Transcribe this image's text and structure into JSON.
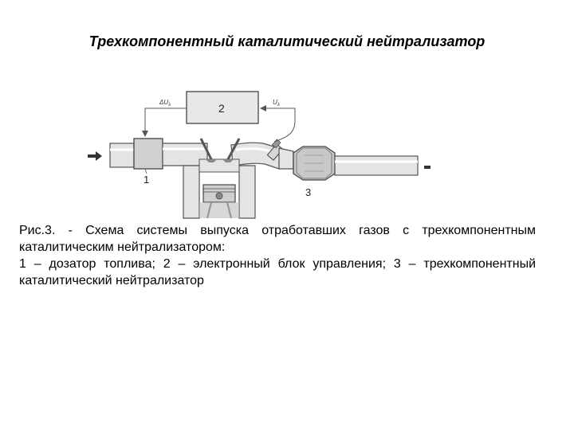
{
  "page": {
    "title": "Трехкомпонентный каталитический нейтрализатор"
  },
  "diagram": {
    "signal_left": "ΔU",
    "signal_left_sub": "λ",
    "signal_right": "U",
    "signal_right_sub": "λ",
    "labels": {
      "doser": "1",
      "control_unit": "2",
      "converter": "3"
    },
    "colors": {
      "pipe_fill": "#e4e4e4",
      "pipe_stroke": "#555555",
      "converter_fill": "#c8c8c8"
    }
  },
  "caption": {
    "line1": "Рис.3. - Схема системы выпуска отработавших газов с трехкомпонентным каталитическим нейтрализатором:",
    "line2": "1 – дозатор топлива; 2 – электронный блок управления; 3 – трехкомпонентный каталитический нейтрализатор"
  }
}
